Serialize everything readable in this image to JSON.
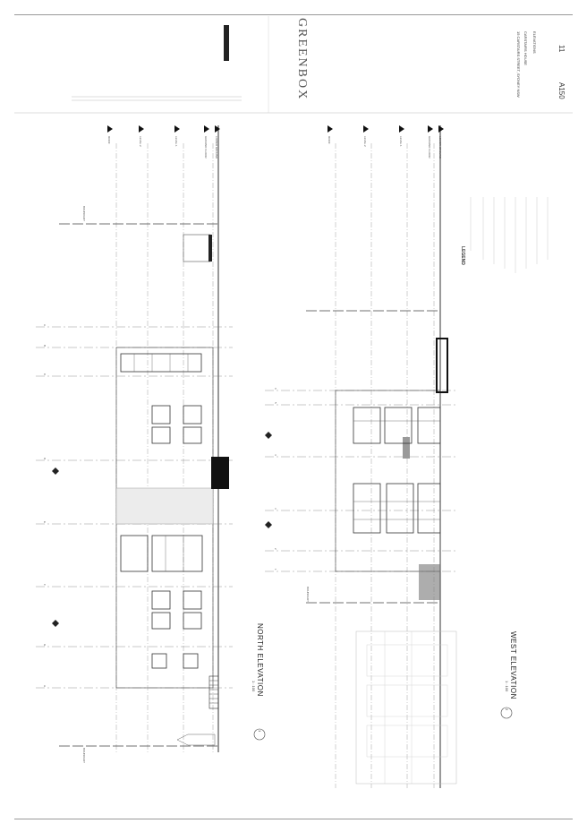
{
  "sheet": {
    "brand": "GREENBOX",
    "project_name": "CARSTAIRS HOUSE",
    "drawing_type": "ELEVATIONS",
    "address": "15 CARSTAIRS STREET, SYDNEY NSW",
    "sheet_number": "A150",
    "revision": "11",
    "north_elevation": {
      "number": "1",
      "title": "NORTH ELEVATION",
      "scale": "1 : 100"
    },
    "west_elevation": {
      "number": "2",
      "title": "WEST ELEVATION",
      "scale": "1 : 100"
    },
    "legend_title": "LEGEND",
    "levels": [
      "ROOF",
      "LEVEL 2",
      "LEVEL 1",
      "GROUND FLOOR",
      "LOWER GROUND"
    ],
    "gridlines_north": [
      "A",
      "B",
      "C",
      "D",
      "E",
      "F",
      "G",
      "H"
    ],
    "gridlines_west": [
      "1",
      "2",
      "3",
      "4",
      "5",
      "6"
    ],
    "boundary_label": "BOUNDARY"
  }
}
